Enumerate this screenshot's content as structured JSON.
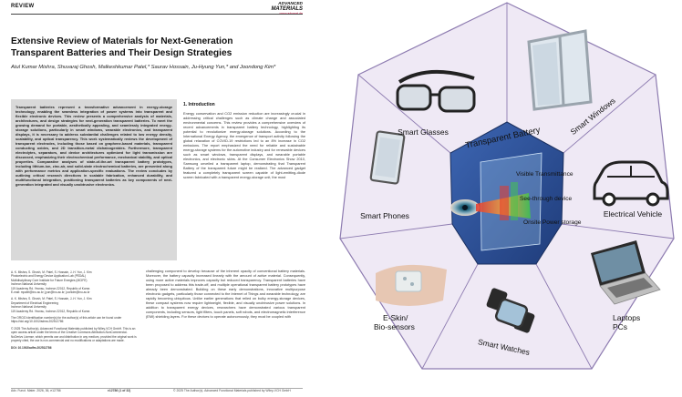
{
  "article": {
    "section": "REVIEW",
    "journal_prefix": "ADVANCED",
    "journal_name": "MATERIALS",
    "journal_url": "www.advmat.de",
    "title": "Extensive Review of Materials for Next-Generation Transparent Batteries and Their Design Strategies",
    "authors": "Atul Kumar Mishra, Shuvaraj Ghosh, Malkeshkumar Patel,* Saurav Hossain, Ju-Hyung Yun,* and Joondong Kim*",
    "abstract": "Transparent batteries represent a transformative advancement in energy-storage technology, enabling the seamless integration of power systems into transparent and flexible electronic devices. This review presents a comprehensive analysis of materials, architectures, and design strategies for next-generation transparent batteries. To meet the growing demand for portable, aesthetically appealing, and seamlessly integrated energy-storage solutions, particularly in smart windows, wearable electronics, and transparent displays, it is necessary to address substantial challenges related to low energy density, scalability, and optical transparency. This work systematically reviews the development of transparent electrodes, including those based on graphene-based materials, transparent conducting oxides, and 2D transition-metal dichalcogenides. Furthermore, transparent electrolytes, separators, and device architectures optimized for light transmission are discussed, emphasizing their electrochemical performance, mechanical stability, and optical properties. Comparative analyses of state-of-the-art transparent battery prototypes, including lithium-ion, zinc-air, and solid-state electrochemical batteries, are presented along with performance metrics and application-specific evaluations. The review concludes by outlining critical research directions in scalable fabrication, enhanced durability, and multifunctional integration, positioning transparent batteries as key components of next-generation integrated and visually unobtrusive electronics.",
    "intro_heading": "1. Introduction",
    "intro_text": "Energy conservation and CO2 emission reduction are increasingly crucial in addressing critical challenges such as climate change and associated environmental concerns. This review provides a comprehensive overview of recent advancements in transparent battery technology, highlighting its potential to revolutionize energy-storage solutions. According to the International Energy Agency, the emergence of transport activity following the global relaxation of COVID-19 restrictions led to an 8% increase in CO2 emissions. The report emphasized the need for reliable and sustainable energy-storage systems for the automotive industry and for renewable devices such as smart windows, transparent displays, and wearable portable electronics, and electronic skins. At the Consumer Electronics Show 2010, Samsung unveiled a transparent laptop, demonstrating that Transparent Battery of the transparent future might be realized. The advanced gadget featured a completely transparent screen capable of light-emitting-diode screen fabricated with a transparent energy-storage unit, the most",
    "body_text": "challenging component to develop because of the inherent opacity of conventional battery materials. Moreover, the battery capacity increased linearly with the amount of active material. Consequently, using more active materials improves capacity but reduced transparency. Transparent batteries have been proposed to address this trade-off, and multiple operational transparent battery prototypes have already been demonstrated. Building on these early demonstrations, innovative multipurpose electronic gadgets, particularly those connected to the Internet of Things and wearable technology, are rapidly becoming ubiquitous. Unlike earlier generations that relied on bulky energy-storage devices, these compact systems now require lightweight, flexible, and visually unobtrusive power solutions. In addition to transparent energy devices, researchers have demonstrated various transparent components, including sensors, light filters, touch panels, soft robots, and electromagnetic interference (EMI) shielding layers. For these devices to operate autonomously, they must be coupled with",
    "affiliations": [
      "A. K. Mishra, S. Ghosh, M. Patel, S. Hossain, J.-H. Yun, J. Kim",
      "Photoelectric and Energy Device Application Lab (PEDAL)",
      "Multidisciplinary Core Institute for Future Energies (MCIFE)",
      "Incheon National University",
      "119 Academy Rd. Yeonsu, Incheon 22012, Republic of Korea",
      "E-mail: mpatel@inu.ac.kr; jyun@inu.ac.kr; joonkim@inu.ac.kr",
      "",
      "A. K. Mishra, S. Ghosh, M. Patel, S. Hossain, J.-H. Yun, J. Kim",
      "Department of Electrical Engineering",
      "Incheon National University",
      "119 Academy Rd. Yeonsu, Incheon 22012, Republic of Korea",
      "",
      "The ORCID identification number(s) for the author(s) of this article can be found under https://doi.org/10.1002/adma.202512786",
      "",
      "© 2025 The Author(s). Advanced Functional Materials published by Wiley-VCH GmbH. This is an open access article under the terms of the Creative Commons Attribution-NonCommercial-NoDerivs License, which permits use and distribution in any medium, provided the original work is properly cited, the use is non-commercial and no modifications or adaptations are made.",
      "",
      "DOI: 10.1002/adfm.202512786"
    ],
    "footer_left": "Adv. Funct. Mater. 2026, 36, e12786",
    "footer_mid": "e12786 (1 of 32)",
    "footer_right": "© 2025 The Author(s). Advanced Functional Materials published by Wiley-VCH GmbH"
  },
  "graphic": {
    "center_title": "Transparent Battery",
    "center_items": [
      "Visible Transmittance",
      "See-through device",
      "Onsite Power storage"
    ],
    "sectors": [
      {
        "label": "Smart Glasses",
        "icon": "smart-glasses-icon"
      },
      {
        "label": "Smart Windows",
        "icon": "smart-window-icon"
      },
      {
        "label": "Electrical Vehicle",
        "icon": "electric-car-icon"
      },
      {
        "label": "Laptops PCs",
        "icon": "laptop-icon"
      },
      {
        "label": "Smart Watches",
        "icon": "smart-watch-icon"
      },
      {
        "label": "E-Skin/ Bio-sensors",
        "icon": "skin-patch-icon"
      },
      {
        "label": "Smart Phones",
        "icon": "smartphone-icon"
      }
    ],
    "colors": {
      "outer_fill": "#efe9f5",
      "outer_stroke": "#8d7bb0",
      "center_fill": "#2b4f96",
      "beam_red": "#e8362a",
      "beam_green": "#40c64a"
    }
  }
}
